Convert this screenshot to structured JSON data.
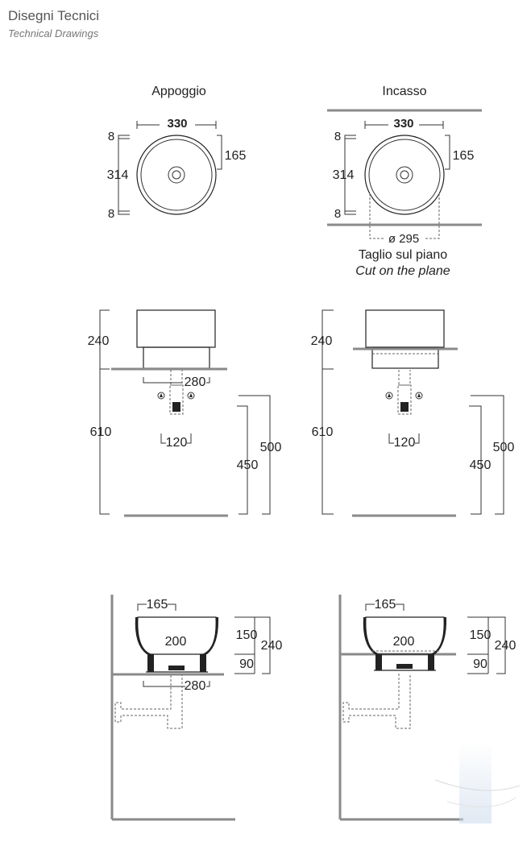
{
  "header": {
    "title": "Disegni Tecnici",
    "subtitle": "Technical Drawings"
  },
  "plan": {
    "left_label": "Appoggio",
    "right_label": "Incasso",
    "width": "330",
    "half": "165",
    "depth": "314",
    "margin": "8",
    "cut_diameter": "ø 295",
    "cut_it": "Taglio sul piano",
    "cut_en": "Cut on the plane"
  },
  "front": {
    "basin_height": "240",
    "total_height": "610",
    "floor_500": "500",
    "floor_450": "450",
    "waste_spacing": "280",
    "tap_spacing": "120"
  },
  "side": {
    "offset": "165",
    "bowl_depth": "200",
    "dim_150": "150",
    "dim_90": "90",
    "dim_240": "240",
    "dim_280": "280"
  },
  "colors": {
    "line": "#222222",
    "grey_plane": "#8a8a8a",
    "watermark": "#c8d8ea"
  }
}
